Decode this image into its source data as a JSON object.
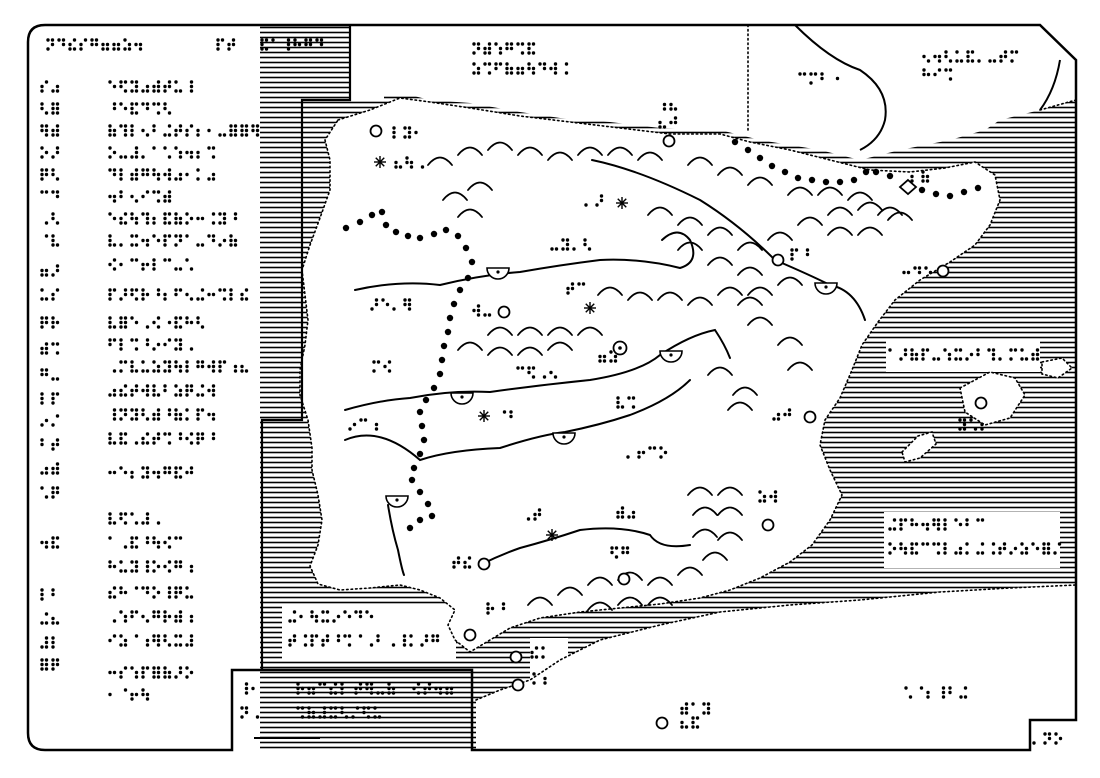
{
  "map": {
    "style": "tactile braille map",
    "ink_color": "#000000",
    "paper_color": "#ffffff",
    "sea_pattern": "horizontal-hatching",
    "legend_entries": 21,
    "cities": 20,
    "river_mouth_markers": 7,
    "mountain_symbols": "arc-bumps",
    "capital_marker": "circle-with-dot"
  }
}
